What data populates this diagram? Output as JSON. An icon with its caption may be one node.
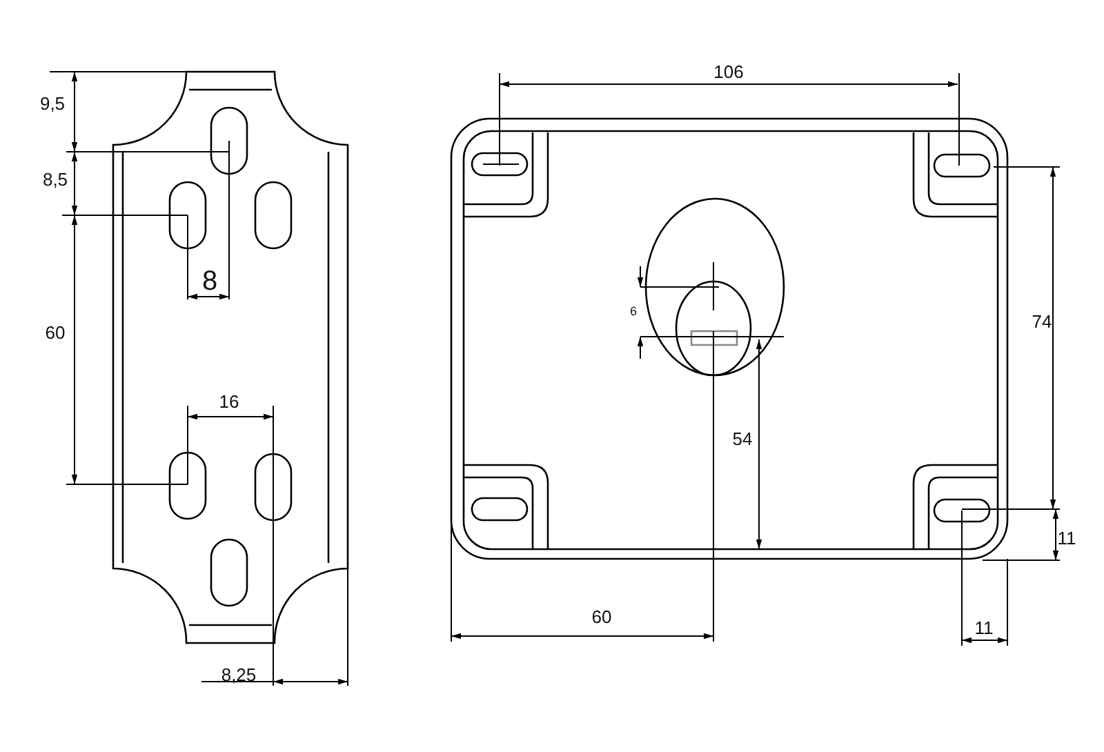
{
  "diagram": {
    "labels": [
      "106",
      "9,5",
      "8,5",
      "8",
      "74",
      "6",
      "60",
      "16",
      "54",
      "11",
      "60",
      "11",
      "8,25"
    ]
  }
}
